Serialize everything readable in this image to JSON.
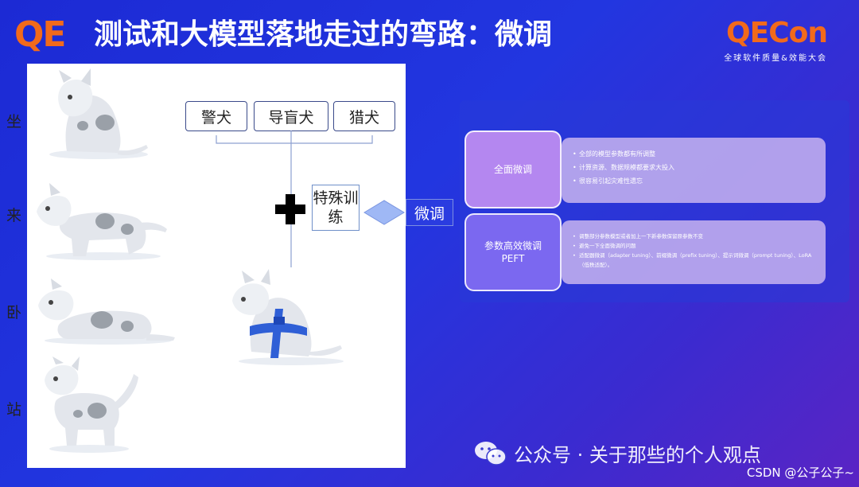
{
  "header": {
    "logo_left": "QE",
    "title": "测试和大模型落地走过的弯路：微调",
    "logo_right": "QECon",
    "logo_right_tagline": "全球软件质量&效能大会"
  },
  "dog_panel": {
    "poses": [
      "坐",
      "来",
      "卧",
      "站"
    ],
    "roles": [
      "警犬",
      "导盲犬",
      "猎犬"
    ],
    "special_training": "特殊训练",
    "finetune_label": "微调"
  },
  "methods": [
    {
      "name": "全面微调",
      "points": [
        "全部的模型参数都有所调整",
        "计算资源、数据规模都要求大投入",
        "很容易引起灾难性遗忘"
      ]
    },
    {
      "name": "参数高效微调\nPEFT",
      "points": [
        "调整部分参数模型或者加上一下新参数保留原参数不变",
        "避免一下全面微调的问题",
        "适配器微调（adapter tuning）、前缀微调（prefix tuning）、提示词微调（prompt tuning）、LoRA（低秩适配）。"
      ]
    }
  ],
  "footer": {
    "watermark": "公众号 · 关于那些的个人观点",
    "credit": "CSDN @公子公子~"
  },
  "colors": {
    "accent_orange": "#f26a1b",
    "background_blue": "#2236e0",
    "full_finetune": "#b487f0",
    "peft": "#7b68f0"
  }
}
